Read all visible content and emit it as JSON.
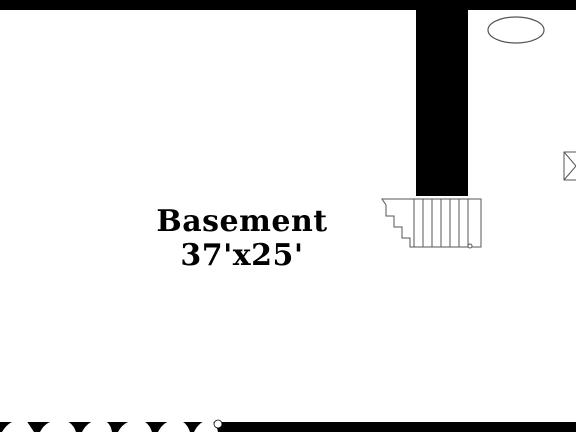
{
  "room": {
    "name": "Basement",
    "dimensions": "37'x25'"
  },
  "colors": {
    "wall": "#000000",
    "floor": "#ffffff",
    "fixture_stroke": "#555555"
  },
  "icons": {
    "oval_fixture": "oval-fixture-icon",
    "window": "window-icon",
    "stairs": "stairs-icon",
    "logo": "brand-logo"
  }
}
